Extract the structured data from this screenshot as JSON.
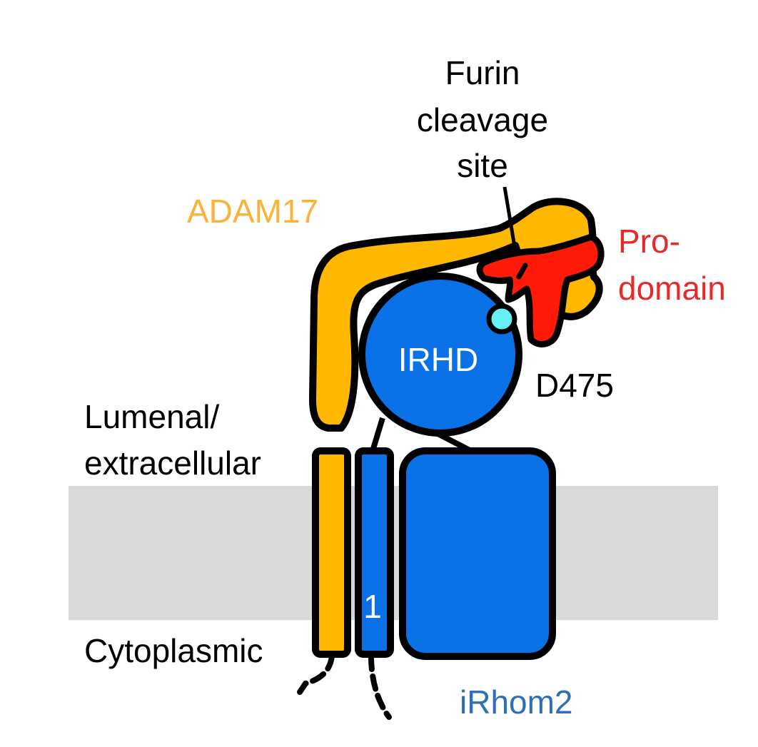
{
  "labels": {
    "furin_line1": "Furin",
    "furin_line2": "cleavage",
    "furin_line3": "site",
    "adam17": "ADAM17",
    "prodomain_line1": "Pro-",
    "prodomain_line2": "domain",
    "irhd": "IRHD",
    "d475": "D475",
    "lumenal_line1": "Lumenal/",
    "lumenal_line2": "extracellular",
    "cytoplasmic": "Cytoplasmic",
    "tm1": "1",
    "irhom2": "iRhom2"
  },
  "colors": {
    "adam17": "#FFB800",
    "irhom2": "#0A72E6",
    "prodomain": "#FF1A0A",
    "membrane": "#D9D9D9",
    "d475_dot": "#66F0F5",
    "adam17_text": "#F7B33C",
    "prodomain_text": "#E52A2A",
    "irhom2_text": "#2E6FB7",
    "outline": "#000000"
  }
}
